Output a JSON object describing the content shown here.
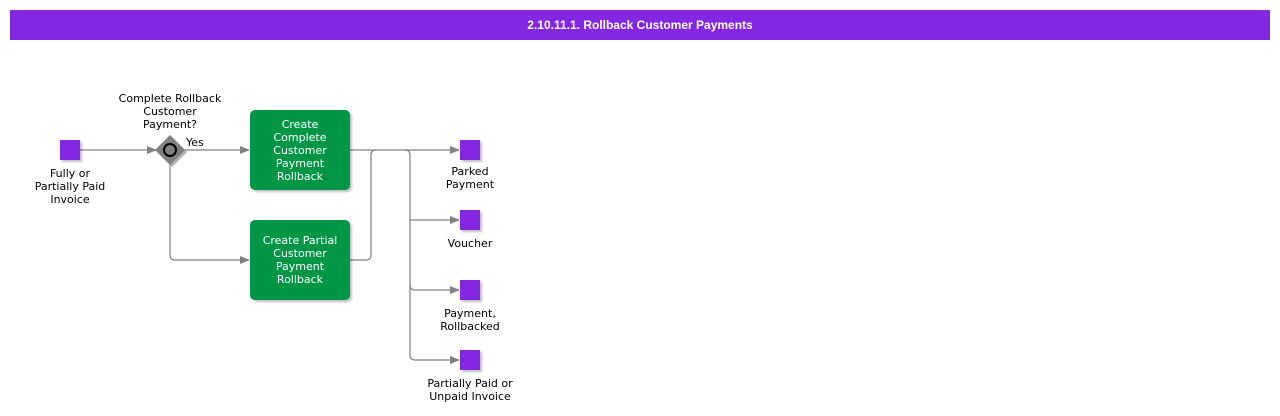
{
  "header": {
    "title": "2.10.11.1. Rollback Customer Payments"
  },
  "colors": {
    "title_bar": "#8427e2",
    "event": "#8427e2",
    "task": "#009646",
    "gateway": "#808080",
    "edge": "#808080"
  },
  "start_event": {
    "label": "Fully or\nPartially Paid\nInvoice"
  },
  "gateway": {
    "label": "Complete Rollback\nCustomer\nPayment?",
    "yes_label": "Yes"
  },
  "tasks": [
    {
      "label": "Create\nComplete\nCustomer\nPayment\nRollback"
    },
    {
      "label": "Create Partial\nCustomer\nPayment\nRollback"
    }
  ],
  "end_events": [
    {
      "label": "Parked\nPayment"
    },
    {
      "label": "Voucher"
    },
    {
      "label": "Payment,\nRollbacked"
    },
    {
      "label": "Partially Paid or\nUnpaid Invoice"
    }
  ]
}
